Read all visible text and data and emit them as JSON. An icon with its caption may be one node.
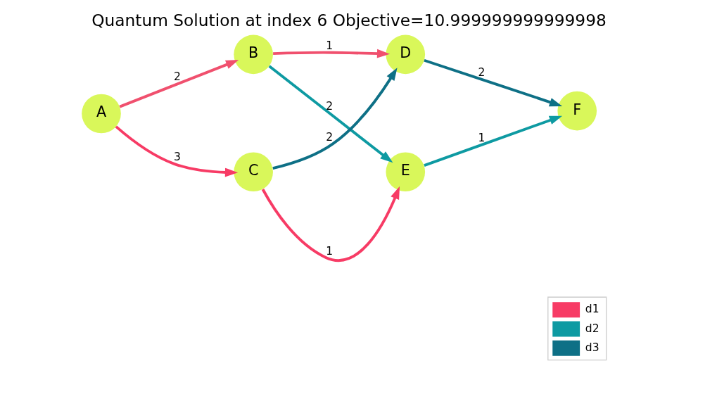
{
  "diagram": {
    "title": "Quantum Solution at index 6 Objective=10.999999999999998",
    "nodes": [
      {
        "text": [
          "A"
        ]
      },
      {
        "text": [
          "B"
        ]
      },
      {
        "text": [
          "C"
        ]
      },
      {
        "text": [
          "D"
        ]
      },
      {
        "text": [
          "E"
        ]
      },
      {
        "text": [
          "F"
        ]
      }
    ],
    "edges": [
      {
        "from": 0,
        "to": 1,
        "arrow": "to",
        "label": "2",
        "color": "#f0506e"
      },
      {
        "from": 0,
        "to": 2,
        "arrow": "to",
        "label": "3",
        "color": "#f73b65"
      },
      {
        "from": 1,
        "to": 4,
        "arrow": "to",
        "label": "2",
        "color": "#0e9aa2"
      },
      {
        "from": 1,
        "to": 3,
        "arrow": "to",
        "label": "1",
        "color": "#f0506e"
      },
      {
        "from": 2,
        "to": 4,
        "arrow": "to",
        "label": "1",
        "color": "#f73b65"
      },
      {
        "from": 2,
        "to": 3,
        "arrow": "to",
        "label": "2",
        "color": "#0e7086"
      },
      {
        "from": 4,
        "to": 5,
        "arrow": "to",
        "label": "1",
        "color": "#0e9aa2"
      },
      {
        "from": 3,
        "to": 5,
        "arrow": "to",
        "label": "2",
        "color": "#0e7086"
      }
    ],
    "legend": [
      {
        "text": "d1",
        "color": "#f73b65"
      },
      {
        "text": "d2",
        "color": "#0e9aa2"
      },
      {
        "text": "d3",
        "color": "#0e7086"
      }
    ]
  }
}
